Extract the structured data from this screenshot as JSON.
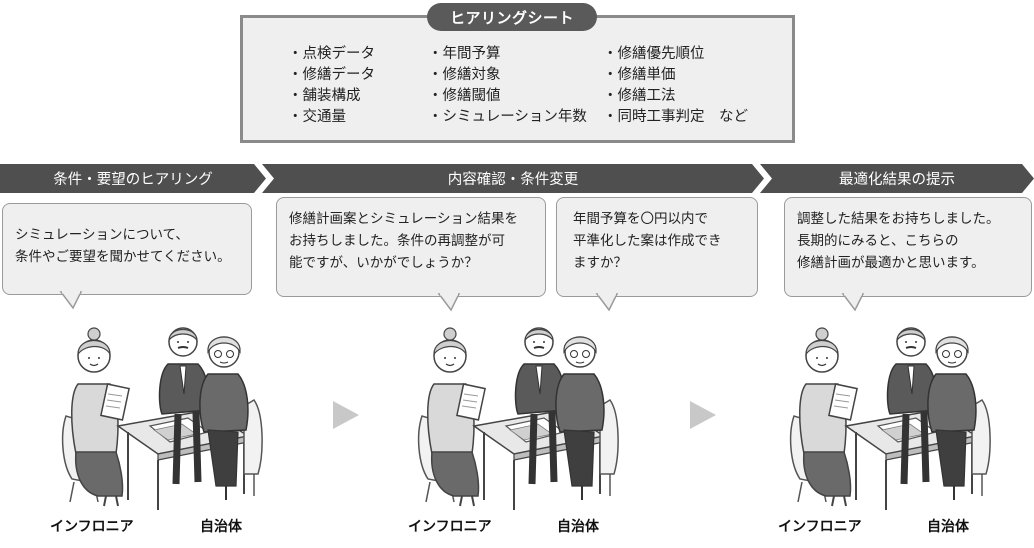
{
  "hearing_sheet": {
    "title": "ヒアリングシート",
    "columns": [
      [
        "・点検データ",
        "・修繕データ",
        "・舗装構成",
        "・交通量"
      ],
      [
        "・年間予算",
        "・修繕対象",
        "・修繕閾値",
        "・シミュレーション年数"
      ],
      [
        "・修繕優先順位",
        "・修繕単価",
        "・修繕工法",
        "・同時工事判定　など"
      ]
    ]
  },
  "steps": [
    {
      "label": "条件・要望のヒアリング"
    },
    {
      "label": "内容確認・条件変更"
    },
    {
      "label": "最適化結果の提示"
    }
  ],
  "bubbles": [
    {
      "lines": [
        "シミュレーションについて、",
        "条件やご要望を聞かせてください。"
      ]
    },
    {
      "lines": [
        "修繕計画案とシミュレーション結果を",
        "お持ちしました。条件の再調整が可",
        "能ですが、いかがでしょうか？"
      ]
    },
    {
      "lines": [
        "年間予算を〇円以内で",
        "平準化した案は作成でき",
        "ますか？"
      ]
    },
    {
      "lines": [
        "調整した結果をお持ちしました。",
        "長期的にみると、こちらの",
        "修繕計画が最適かと思います。"
      ]
    }
  ],
  "people_labels": {
    "consultant": "インフロニア",
    "municipality": "自治体"
  },
  "colors": {
    "banner": "#4f4f4f",
    "bubble_fill": "#efefef",
    "bubble_border": "#9a9a9a",
    "arrow": "#c8c8c8"
  }
}
